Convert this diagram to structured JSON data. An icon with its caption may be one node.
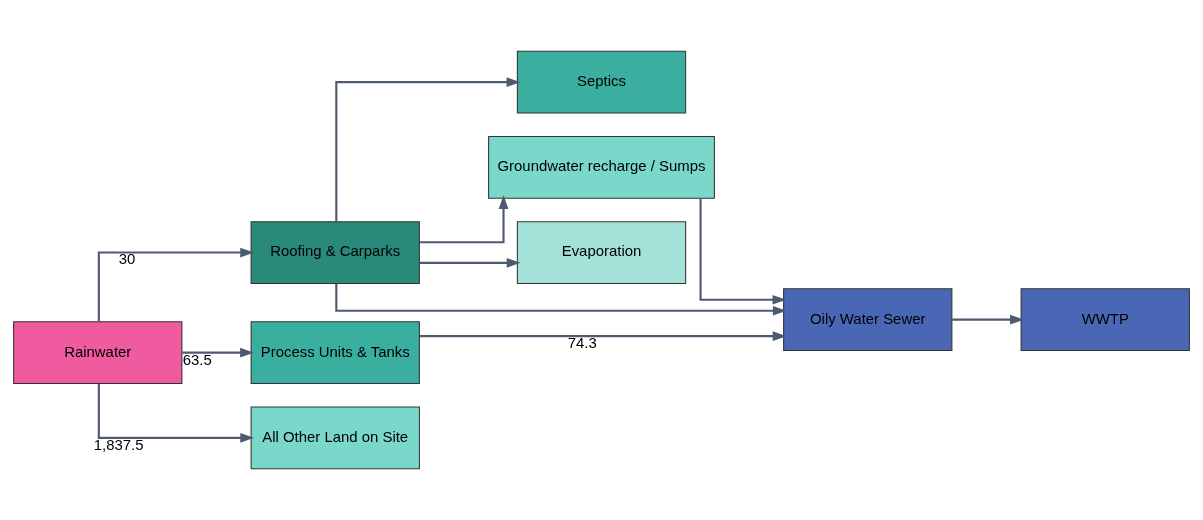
{
  "diagram": {
    "nodes": [
      {
        "text": [
          "Rainwater"
        ]
      },
      {
        "text": [
          "Roofing & Carparks"
        ]
      },
      {
        "text": [
          "Process Units & Tanks"
        ]
      },
      {
        "text": [
          "All Other Land on Site"
        ]
      },
      {
        "text": [
          "Septics"
        ]
      },
      {
        "text": [
          "Groundwater recharge / Sumps"
        ]
      },
      {
        "text": [
          "Evaporation"
        ]
      },
      {
        "text": [
          "Oily Water Sewer"
        ]
      },
      {
        "text": [
          "WWTP"
        ]
      }
    ],
    "edges": [
      {
        "from": 0,
        "to": 1,
        "arrow": "to",
        "label": "30"
      },
      {
        "from": 0,
        "to": 2,
        "arrow": "to",
        "label": "63.5"
      },
      {
        "from": 0,
        "to": 3,
        "arrow": "to",
        "label": "1,837.5"
      },
      {
        "from": 1,
        "to": 4,
        "arrow": "to"
      },
      {
        "from": 1,
        "to": 5,
        "arrow": "to"
      },
      {
        "from": 1,
        "to": 6,
        "arrow": "to"
      },
      {
        "from": 1,
        "to": 7,
        "arrow": "to"
      },
      {
        "from": 2,
        "to": 7,
        "arrow": "to",
        "label": "74.3"
      },
      {
        "from": 5,
        "to": 7,
        "arrow": "to"
      },
      {
        "from": 7,
        "to": 8,
        "arrow": "to"
      }
    ]
  }
}
